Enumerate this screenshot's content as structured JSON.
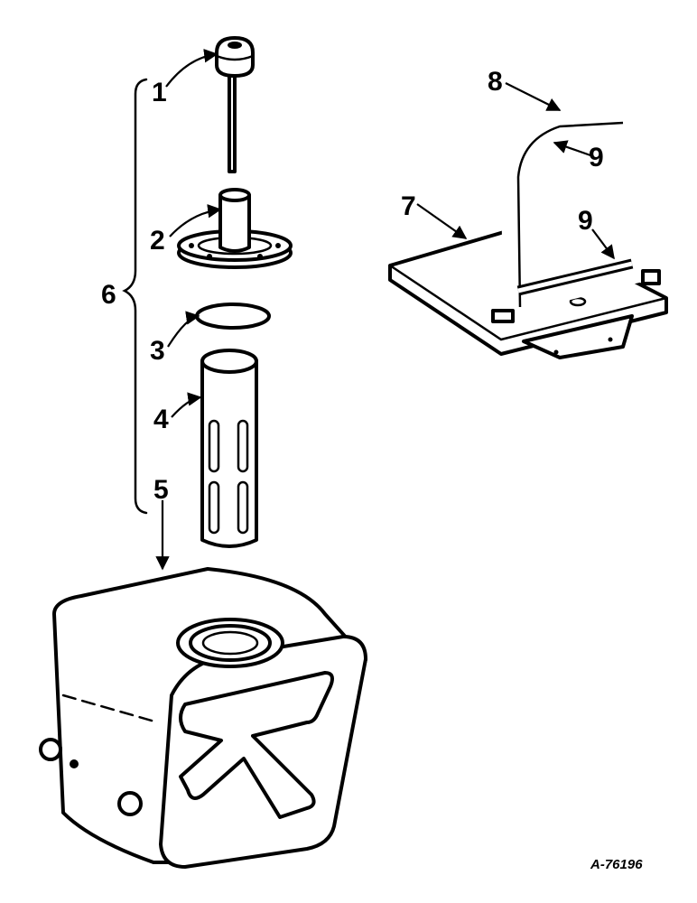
{
  "callouts": {
    "c1": "1",
    "c2": "2",
    "c3": "3",
    "c4": "4",
    "c5": "5",
    "c6": "6",
    "c7": "7",
    "c8": "8",
    "c9a": "9",
    "c9b": "9"
  },
  "reference_code": "A-76196",
  "colors": {
    "ink": "#000000",
    "paper": "#ffffff"
  }
}
